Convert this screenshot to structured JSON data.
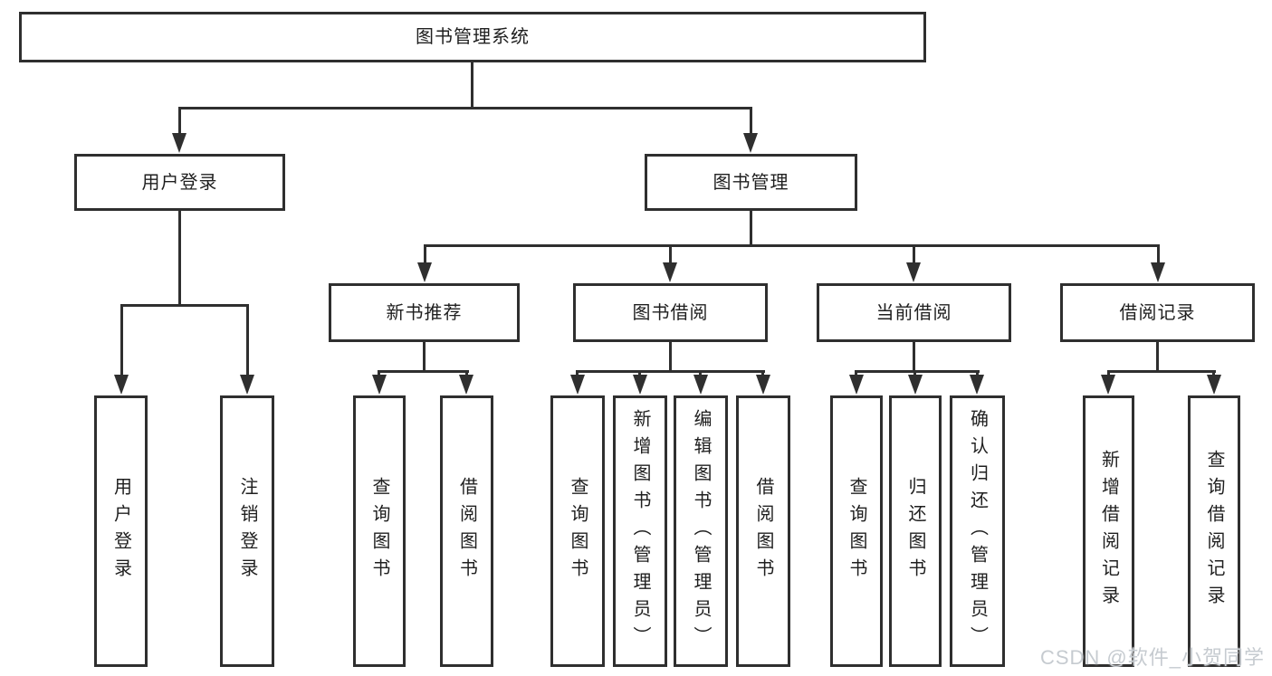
{
  "colors": {
    "line": "#2f2f2f",
    "text": "#1f1f1f",
    "watermark": "#c6cbd0",
    "background": "#ffffff"
  },
  "diagram": {
    "title_node": "图书管理系统",
    "level2": [
      {
        "label": "用户登录"
      },
      {
        "label": "图书管理"
      }
    ],
    "level3": [
      {
        "label": "新书推荐"
      },
      {
        "label": "图书借阅"
      },
      {
        "label": "当前借阅"
      },
      {
        "label": "借阅记录"
      }
    ],
    "leaves": {
      "user_login": [
        "用户登录",
        "注销登录"
      ],
      "new_book_recommend": [
        "查询图书",
        "借阅图书"
      ],
      "book_borrowing": [
        "查询图书",
        "新增图书（管理员）",
        "编辑图书（管理员）",
        "借阅图书"
      ],
      "current_borrowing": [
        "查询图书",
        "归还图书",
        "确认归还（管理员）"
      ],
      "borrowing_records": [
        "新增借阅记录",
        "查询借阅记录"
      ]
    }
  },
  "watermark": {
    "text": "CSDN @软件_小贺同学"
  }
}
